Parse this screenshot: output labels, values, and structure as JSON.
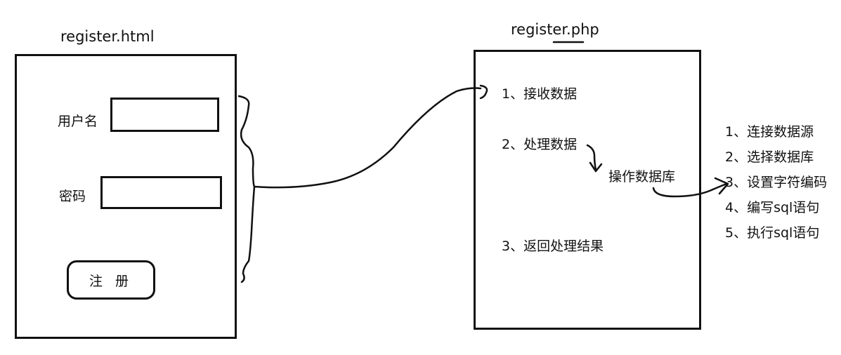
{
  "left_panel": {
    "title": "register.html",
    "username_label": "用户名",
    "password_label": "密码",
    "register_button": "注 册"
  },
  "right_panel": {
    "title": "register.php",
    "steps": [
      "1、接收数据",
      "2、处理数据",
      "3、返回处理结果"
    ],
    "db_operation": "操作数据库"
  },
  "db_steps": [
    "1、连接数据源",
    "2、选择数据库",
    "3、设置字符编码",
    "4、编写sql语句",
    "5、执行sql语句"
  ]
}
